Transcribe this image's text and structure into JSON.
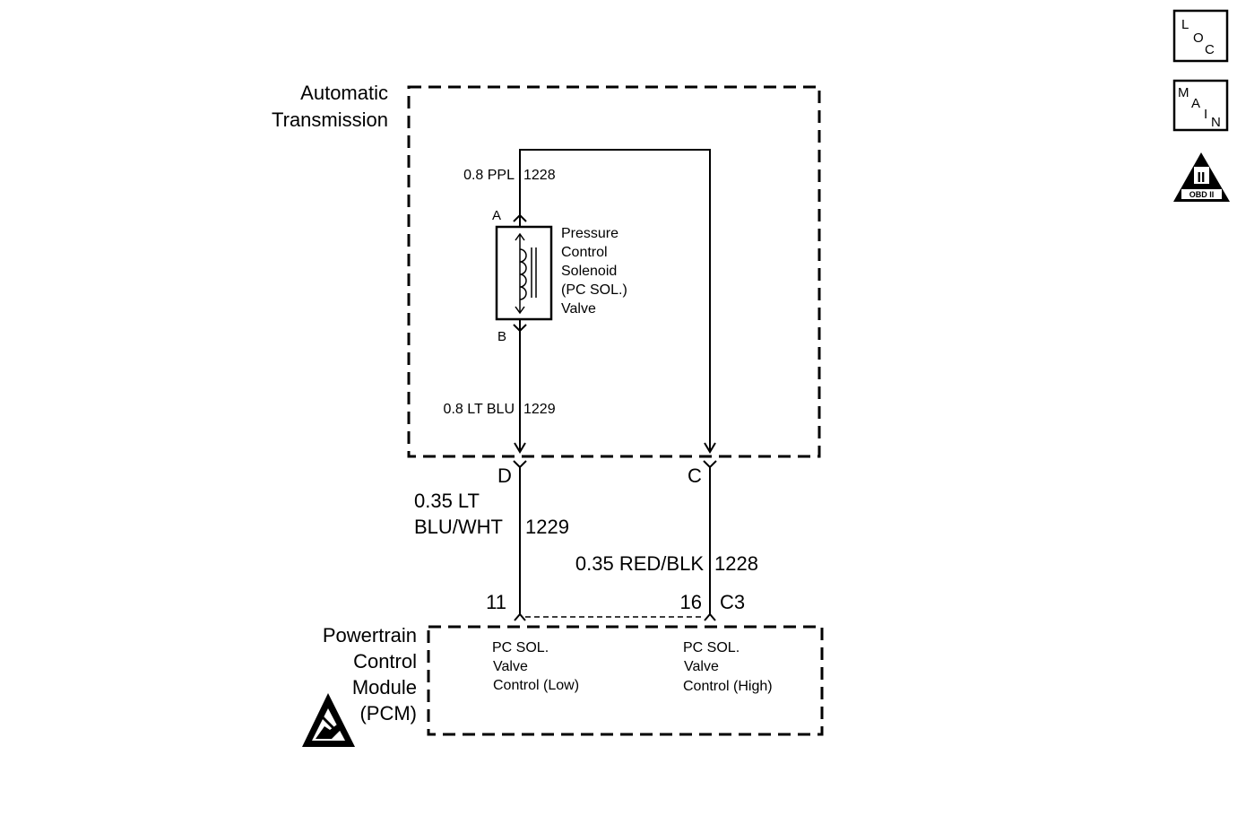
{
  "nav_icons": {
    "loc": [
      "L",
      "O",
      "C"
    ],
    "main": [
      "M",
      "A",
      "I",
      "N"
    ],
    "obd": {
      "numeral": "II",
      "label": "OBD II"
    }
  },
  "transmission": {
    "label_lines": [
      "Automatic",
      "Transmission"
    ]
  },
  "solenoid": {
    "label_lines": [
      "Pressure",
      "Control",
      "Solenoid",
      "(PC SOL.)",
      "Valve"
    ],
    "pin_a": "A",
    "pin_b": "B"
  },
  "wires_internal": {
    "top_wire": "0.8 PPL",
    "top_circuit": "1228",
    "bottom_wire": "0.8 LT BLU",
    "bottom_circuit": "1229"
  },
  "connector": {
    "pin_d": "D",
    "pin_c": "C",
    "pcm_pin_left": "11",
    "pcm_pin_right": "16",
    "pcm_connector": "C3"
  },
  "wires_external": {
    "left_wire_lines": [
      "0.35 LT",
      "BLU/WHT"
    ],
    "left_circuit": "1229",
    "right_wire": "0.35 RED/BLK",
    "right_circuit": "1228"
  },
  "pcm": {
    "label_lines": [
      "Powertrain",
      "Control",
      "Module",
      "(PCM)"
    ],
    "low_lines": [
      "PC SOL.",
      "Valve",
      "Control (Low)"
    ],
    "high_lines": [
      "PC SOL.",
      "Valve",
      "Control (High)"
    ]
  }
}
